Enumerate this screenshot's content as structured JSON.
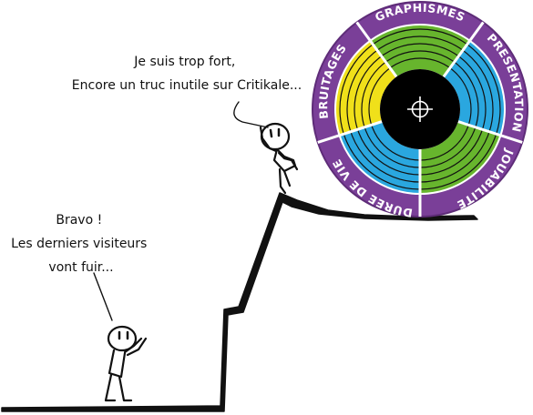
{
  "speech": {
    "top": [
      "Je suis trop fort,",
      "Encore un truc inutile sur Critikale..."
    ],
    "bottom": [
      "Bravo !",
      "Les derniers visiteurs",
      "vont fuir..."
    ]
  },
  "wheel": {
    "categories": [
      "GRAPHISMES",
      "PRESENTATION",
      "JOUABILITE",
      "DUREE DE VIE",
      "BRUITAGES"
    ],
    "colors": {
      "frame": "#7a3f98",
      "graphismes": "#67b52d",
      "presentation": "#2aa7df",
      "jouabilite": "#67b52d",
      "duree_de_vie": "#2aa7df",
      "bruitages": "#f0e01a",
      "center": "#000000"
    }
  },
  "colors": {
    "ink": "#111111",
    "background": "#ffffff"
  }
}
